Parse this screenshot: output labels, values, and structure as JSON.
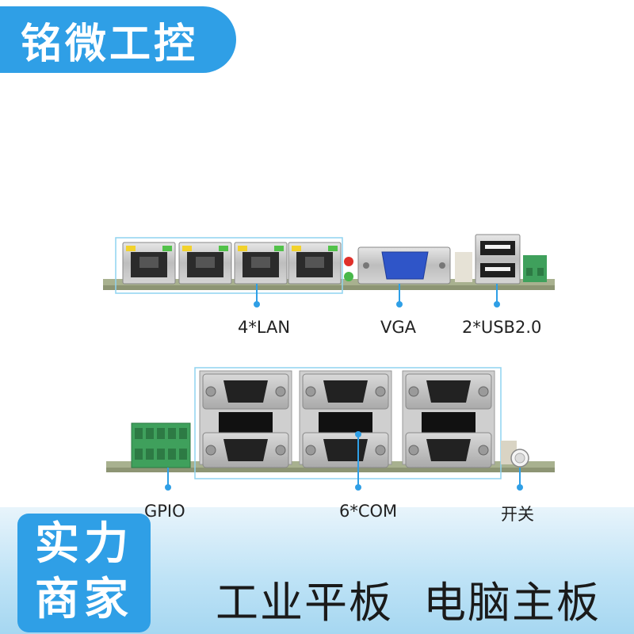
{
  "brand": {
    "name": "铭微工控"
  },
  "board_top": {
    "ports": {
      "lan": {
        "label": "4*LAN",
        "count": 4
      },
      "vga": {
        "label": "VGA"
      },
      "usb": {
        "label": "2*USB2.0",
        "count": 2
      }
    }
  },
  "board_bottom": {
    "ports": {
      "gpio": {
        "label": "GPIO"
      },
      "com": {
        "label": "6*COM",
        "count": 6
      },
      "power_switch": {
        "label": "开关"
      }
    }
  },
  "footer": {
    "badge_line1": "实力",
    "badge_line2": "商家",
    "slogan_part1": "工业平板",
    "slogan_part2": "电脑主板"
  },
  "colors": {
    "accent": "#2f9fe6",
    "highlight_box": "#8fd3f0",
    "board_green": "#a8b18f",
    "terminal_green": "#3fa05c"
  }
}
